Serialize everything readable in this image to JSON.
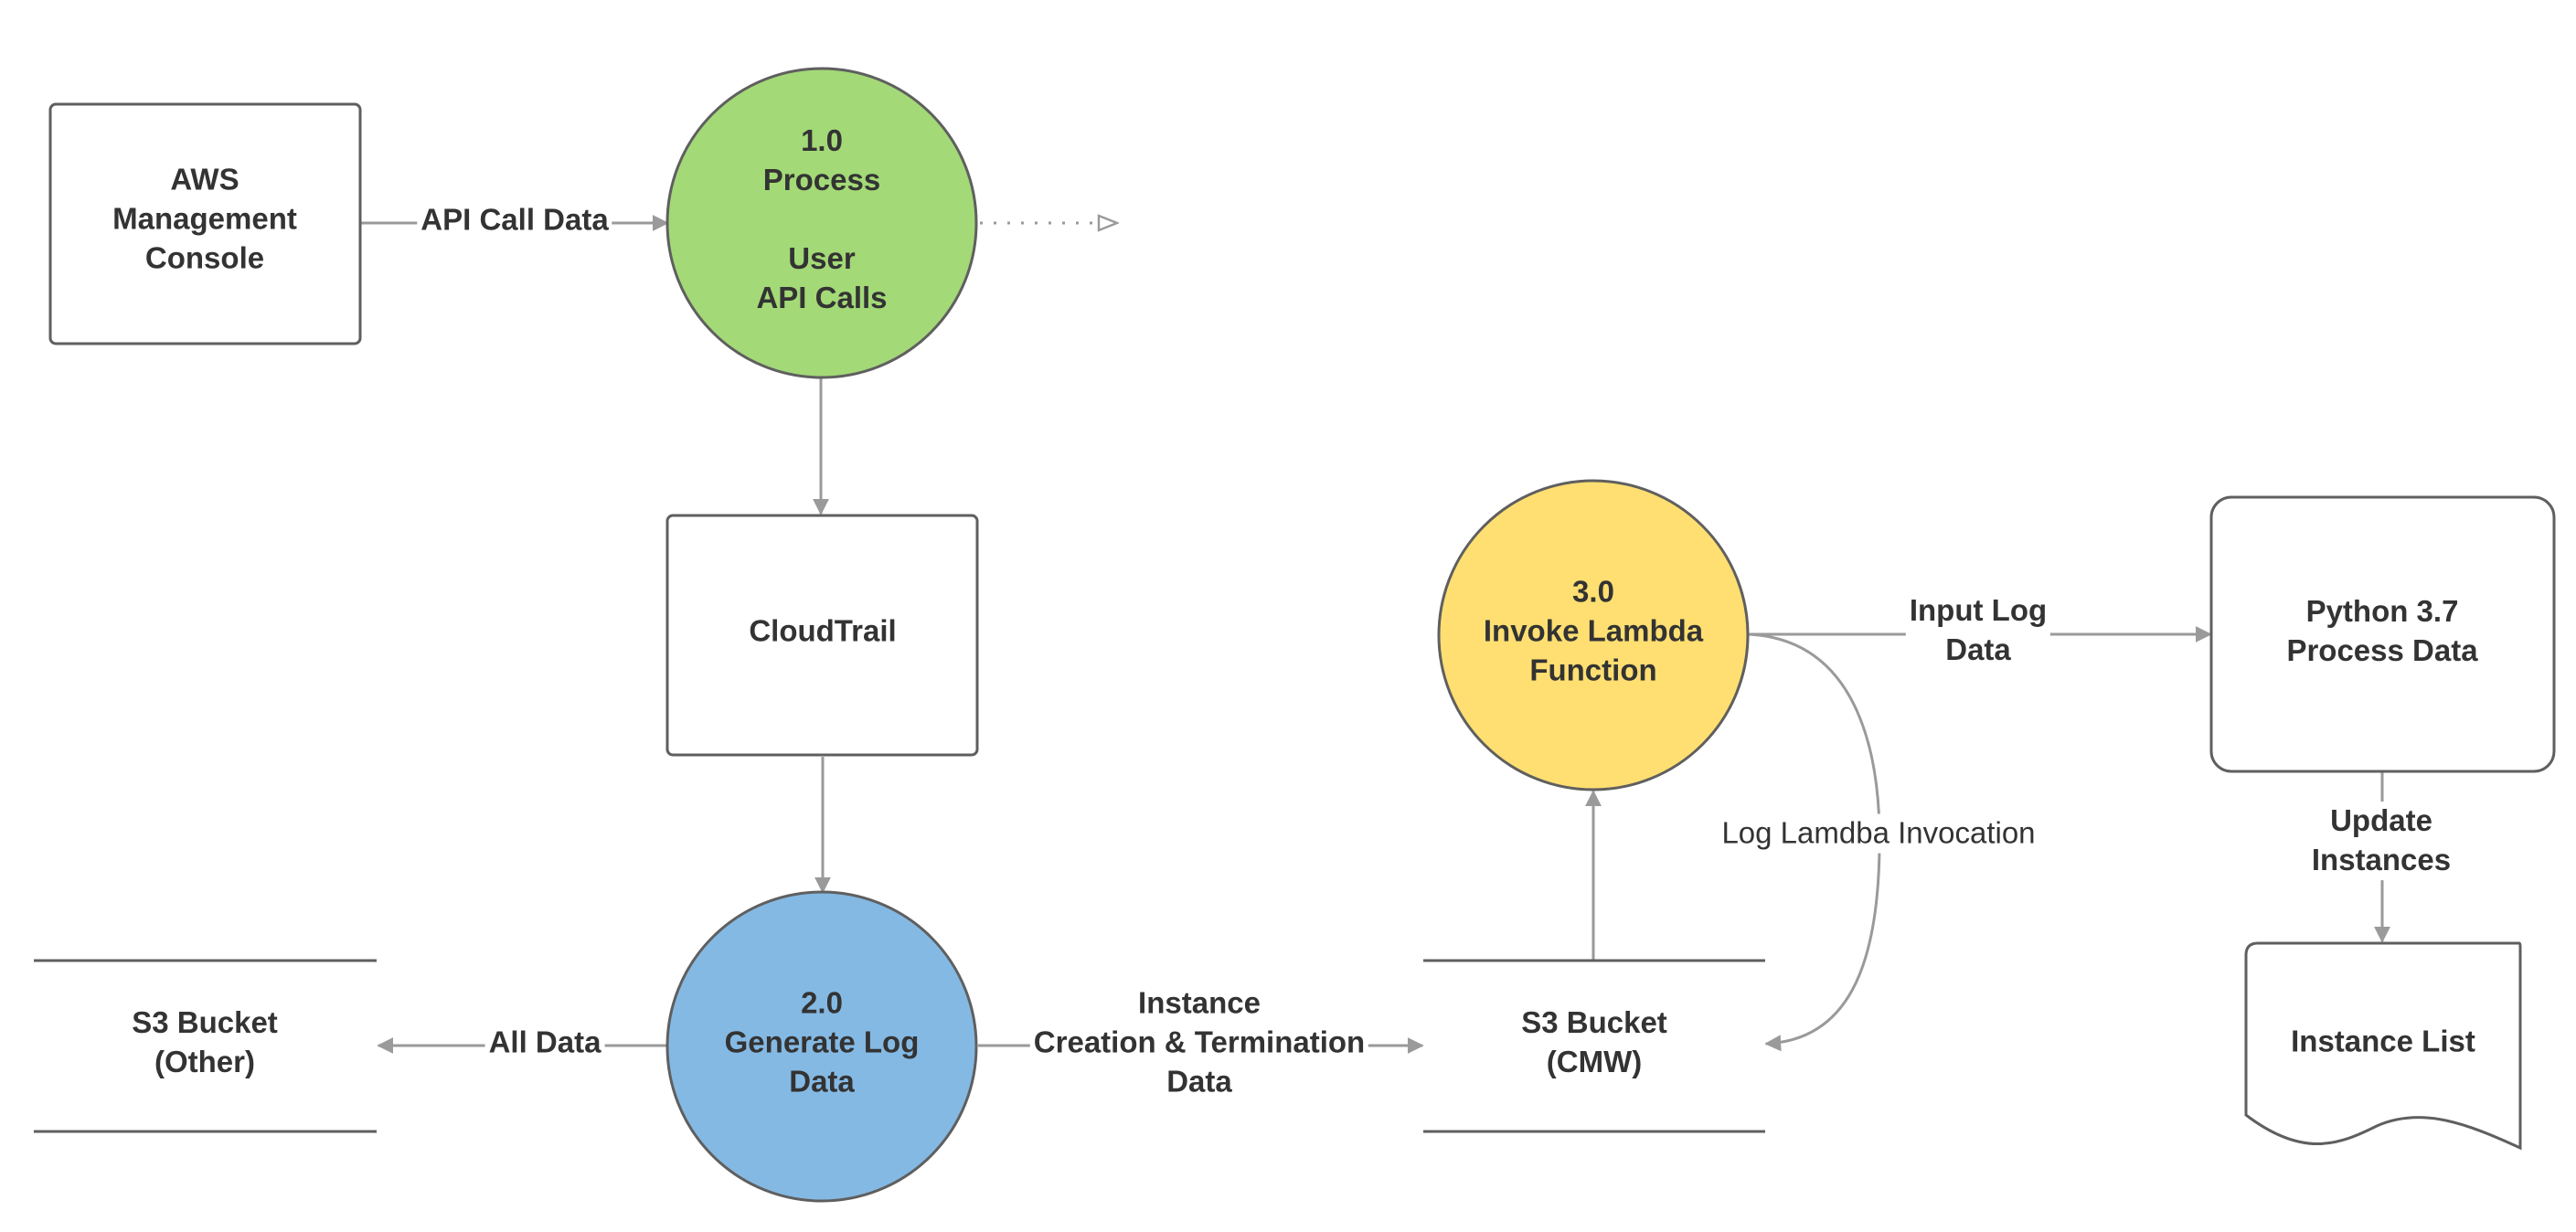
{
  "colors": {
    "stroke": "#5f5f5f",
    "edge": "#9a9a9a",
    "text": "#333333",
    "process_1": "#a3d977",
    "process_2": "#84b9e3",
    "process_3": "#ffdf71"
  },
  "nodes": {
    "aws_console": {
      "label": "AWS\nManagement\nConsole"
    },
    "process_1": {
      "label": "1.0\nProcess\n\nUser\nAPI Calls"
    },
    "cloudtrail": {
      "label": "CloudTrail"
    },
    "process_2": {
      "label": "2.0\nGenerate Log\nData"
    },
    "s3_other": {
      "label": "S3 Bucket\n(Other)"
    },
    "s3_cmw": {
      "label": "S3 Bucket\n(CMW)"
    },
    "process_3": {
      "label": "3.0\nInvoke Lambda\nFunction"
    },
    "python": {
      "label": "Python 3.7\nProcess Data"
    },
    "instance_list": {
      "label": "Instance List"
    }
  },
  "edges": {
    "api_call_data": "API Call Data",
    "all_data": "All Data",
    "instance_data": "Instance\nCreation & Termination\nData",
    "input_log_data": "Input Log\nData",
    "log_lambda_invocation": "Log Lamdba Invocation",
    "update_instances": "Update Instances"
  }
}
